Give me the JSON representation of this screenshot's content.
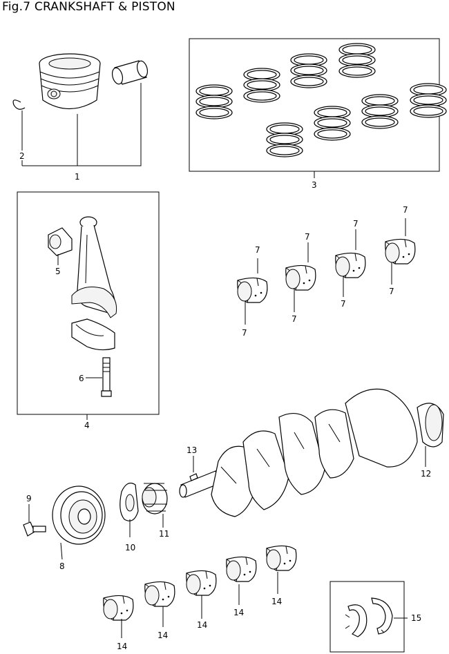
{
  "title": "Fig.7 CRANKSHAFT & PISTON",
  "callouts": {
    "c1": "1",
    "c2": "2",
    "c3": "3",
    "c4": "4",
    "c5": "5",
    "c6": "6",
    "c7": "7",
    "c8": "8",
    "c9": "9",
    "c10": "10",
    "c11": "11",
    "c12": "12",
    "c13": "13",
    "c14": "14",
    "c15": "15"
  },
  "icons": {
    "piston": "piston-icon",
    "piston_pin": "piston-pin-icon",
    "snap_ring": "snap-ring-icon",
    "piston_ring_set": "piston-ring-set-icon",
    "connecting_rod": "connecting-rod-icon",
    "bushing": "bushing-icon",
    "rod_bolt": "rod-bolt-icon",
    "rod_bearing": "rod-bearing-icon",
    "crankshaft": "crankshaft-icon",
    "key": "key-icon",
    "timing_gear": "timing-gear-icon",
    "crank_pulley": "crank-pulley-icon",
    "pulley_bolt": "pulley-bolt-icon",
    "main_bearing": "main-bearing-icon",
    "thrust_washer": "thrust-washer-icon"
  }
}
